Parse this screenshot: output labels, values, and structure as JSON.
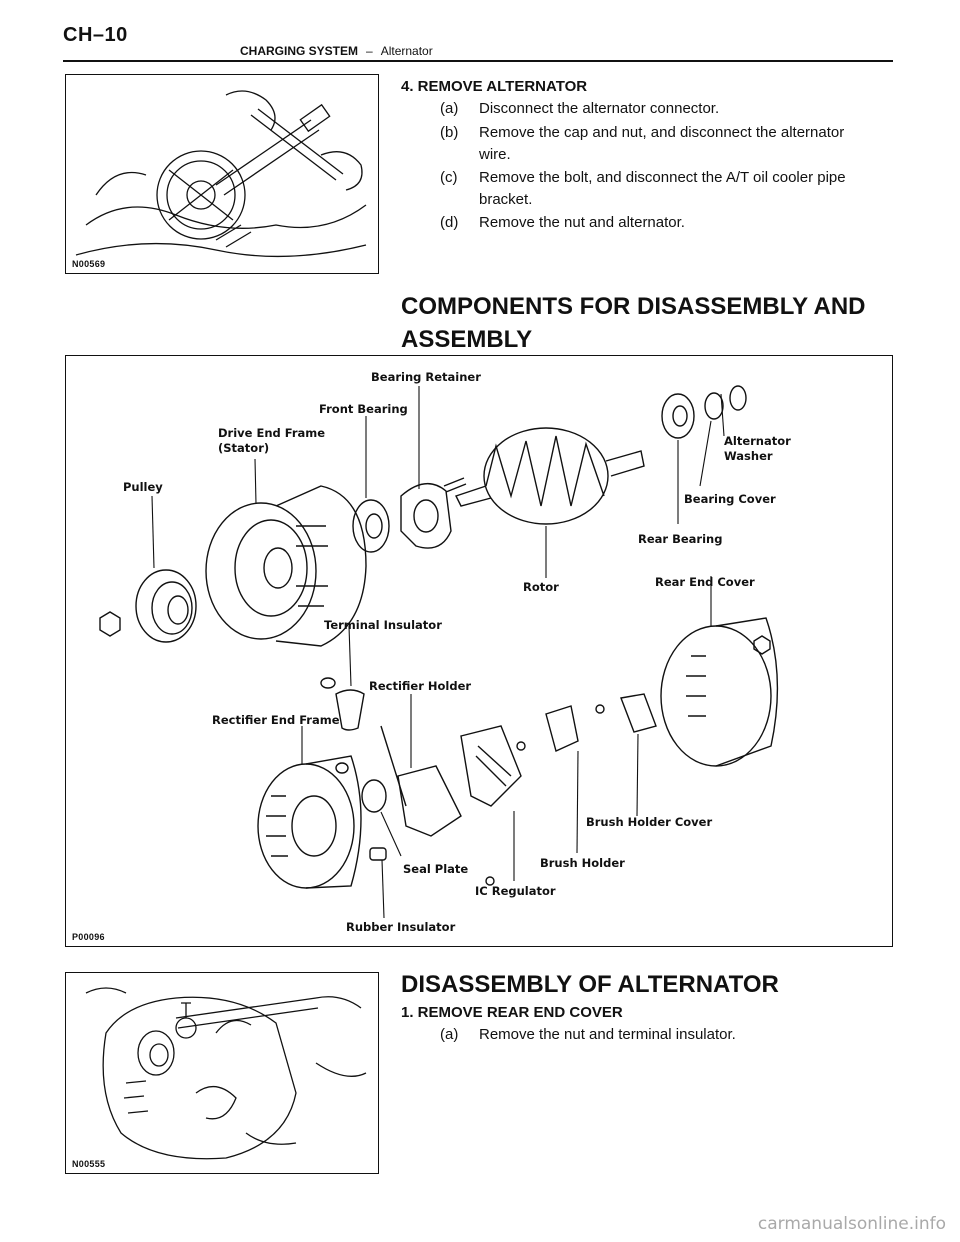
{
  "header": {
    "page_code": "CH–10",
    "section": "CHARGING SYSTEM",
    "separator": "–",
    "subsection": "Alternator"
  },
  "figure1": {
    "code": "N00569"
  },
  "remove_alternator": {
    "title": "4.   REMOVE ALTERNATOR",
    "steps": [
      {
        "label": "(a)",
        "text": "Disconnect the alternator connector."
      },
      {
        "label": "(b)",
        "line1": "Remove the cap and nut, and disconnect the alternator",
        "line2": "wire."
      },
      {
        "label": "(c)",
        "line1": "Remove the bolt, and disconnect the A/T oil cooler pipe",
        "line2": "bracket."
      },
      {
        "label": "(d)",
        "text": "Remove the nut and alternator."
      }
    ]
  },
  "components": {
    "heading_line1": "COMPONENTS FOR DISASSEMBLY AND",
    "heading_line2": "ASSEMBLY",
    "figure_code": "P00096",
    "labels": {
      "bearing_retainer": "Bearing Retainer",
      "front_bearing": "Front Bearing",
      "drive_end_frame_1": "Drive End Frame",
      "drive_end_frame_2": "(Stator)",
      "pulley": "Pulley",
      "alternator_washer_1": "Alternator",
      "alternator_washer_2": "Washer",
      "bearing_cover": "Bearing Cover",
      "rear_bearing": "Rear Bearing",
      "rotor": "Rotor",
      "rear_end_cover": "Rear End Cover",
      "terminal_insulator": "Terminal Insulator",
      "rectifier_holder": "Rectifier Holder",
      "rectifier_end_frame": "Rectifier End Frame",
      "brush_holder_cover": "Brush Holder Cover",
      "brush_holder": "Brush Holder",
      "seal_plate": "Seal Plate",
      "ic_regulator": "IC Regulator",
      "rubber_insulator": "Rubber Insulator"
    }
  },
  "disassembly": {
    "heading": "DISASSEMBLY OF ALTERNATOR",
    "title": "1.   REMOVE REAR END COVER",
    "steps": [
      {
        "label": "(a)",
        "text": "Remove the nut and terminal insulator."
      }
    ]
  },
  "figure3": {
    "code": "N00555"
  },
  "watermark": "carmanualsonline.info"
}
